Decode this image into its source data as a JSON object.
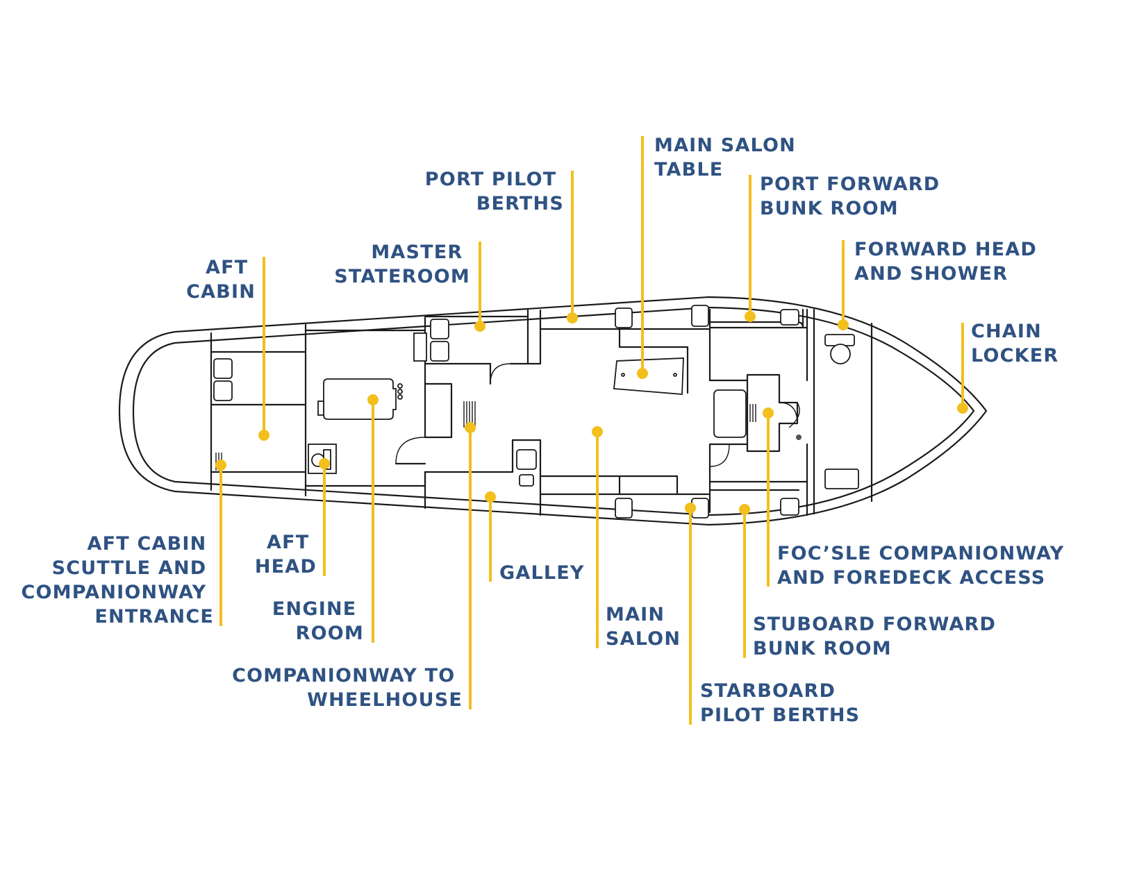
{
  "colors": {
    "label": "#2f5282",
    "leader": "#f2bf1d",
    "outline": "#1a1a1a",
    "background": "#ffffff"
  },
  "labels": {
    "aft_cabin": [
      "AFT",
      "CABIN"
    ],
    "master_stateroom": [
      "MASTER",
      "STATEROOM"
    ],
    "port_pilot_berths": [
      "PORT PILOT",
      "BERTHS"
    ],
    "main_salon_table": [
      "MAIN SALON",
      "TABLE"
    ],
    "port_forward_bunk_room": [
      "PORT FORWARD",
      "BUNK ROOM"
    ],
    "forward_head_and_shower": [
      "FORWARD HEAD",
      "AND SHOWER"
    ],
    "chain_locker": [
      "CHAIN",
      "LOCKER"
    ],
    "aft_cabin_scuttle": [
      "AFT CABIN",
      "SCUTTLE AND",
      "COMPANIONWAY",
      "ENTRANCE"
    ],
    "aft_head": [
      "AFT",
      "HEAD"
    ],
    "engine_room": [
      "ENGINE",
      "ROOM"
    ],
    "companionway_to_wheelhouse": [
      "COMPANIONWAY TO",
      "WHEELHOUSE"
    ],
    "galley": [
      "GALLEY"
    ],
    "main_salon": [
      "MAIN",
      "SALON"
    ],
    "starboard_pilot_berths": [
      "STARBOARD",
      "PILOT BERTHS"
    ],
    "stuboard_forward_bunk_room": [
      "STUBOARD FORWARD",
      "BUNK ROOM"
    ],
    "focsle_companionway": [
      "FOC’SLE COMPANIONWAY",
      "AND FOREDECK ACCESS"
    ]
  }
}
